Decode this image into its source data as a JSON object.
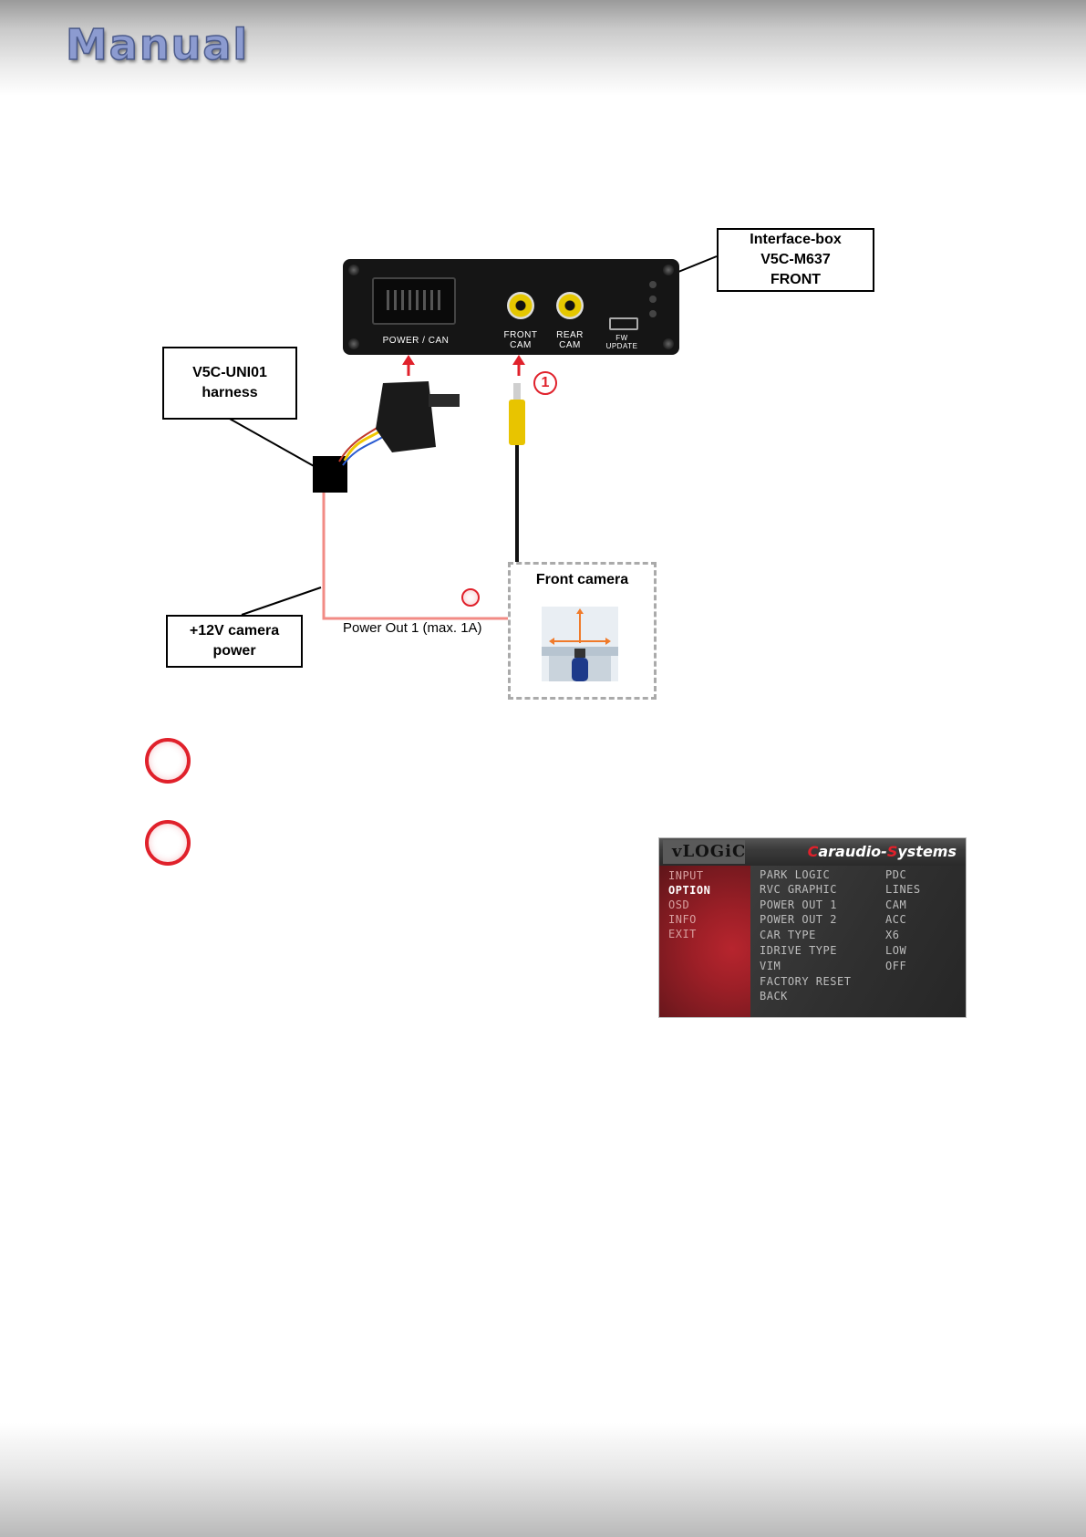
{
  "header": {
    "logo_text": "Manual"
  },
  "labels": {
    "interface_box": "Interface-box\nV5C-M637\nFRONT",
    "harness": "V5C-UNI01\nharness",
    "camera_power": "+12V camera\npower",
    "front_camera": "Front camera",
    "power_out": "Power Out 1 (max. 1A)"
  },
  "device": {
    "port_power": "POWER / CAN",
    "port_front": "FRONT\nCAM",
    "port_rear": "REAR\nCAM",
    "port_fw": "FW\nUPDATE"
  },
  "markers": {
    "step1": "1"
  },
  "osd": {
    "vlogic": "vLOGiC",
    "brand_c": "C",
    "brand_mid": "araudio-",
    "brand_s": "S",
    "brand_end": "ystems",
    "menu": [
      "INPUT",
      "OPTION",
      "OSD",
      "INFO",
      "EXIT"
    ],
    "selected_menu": "OPTION",
    "rows": [
      {
        "label": "PARK LOGIC",
        "value": "PDC"
      },
      {
        "label": "RVC GRAPHIC",
        "value": "LINES"
      },
      {
        "label": "POWER OUT 1",
        "value": "CAM"
      },
      {
        "label": "POWER OUT 2",
        "value": "ACC"
      },
      {
        "label": "CAR TYPE",
        "value": "X6"
      },
      {
        "label": "IDRIVE TYPE",
        "value": "LOW"
      },
      {
        "label": "VIM",
        "value": "OFF"
      },
      {
        "label": "FACTORY RESET",
        "value": ""
      },
      {
        "label": "BACK",
        "value": ""
      }
    ]
  },
  "colors": {
    "accent_red": "#e0212b",
    "power_wire": "#f28b85",
    "logo": "#8c9bd0"
  }
}
